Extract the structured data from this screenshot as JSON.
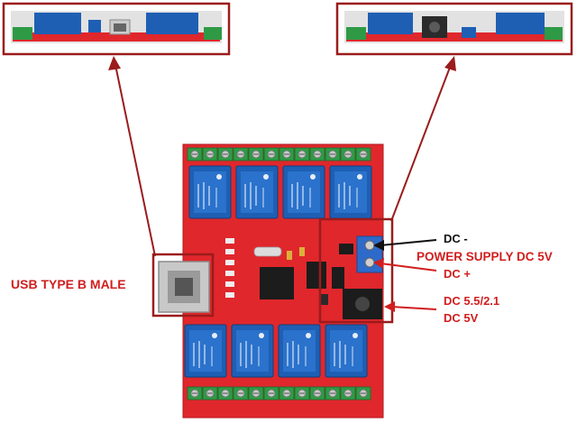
{
  "labels": {
    "usb": "USB TYPE B MALE",
    "dc_minus": "DC -",
    "power_supply": "POWER SUPPLY DC 5V",
    "dc_plus": "DC +",
    "dc_jack_line1": "DC 5.5/2.1",
    "dc_jack_line2": "DC 5V"
  },
  "colors": {
    "callout": "#9b1c1c",
    "label_red": "#d11e1e",
    "pcb": "#e0272c",
    "relay": "#1e5fb4",
    "terminal": "#2f9a46"
  }
}
